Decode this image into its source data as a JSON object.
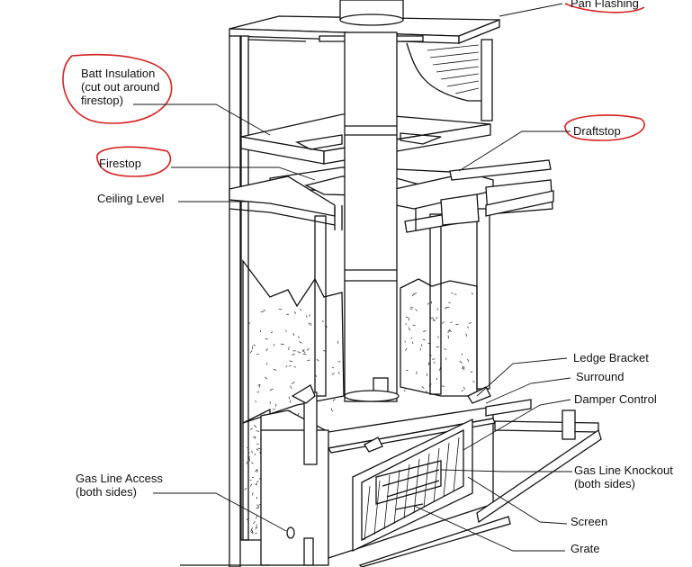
{
  "labels": {
    "pan_flashing": "Pan Flashing",
    "batt_line1": "Batt Insulation",
    "batt_line2": "(cut out around",
    "batt_line3": "firestop)",
    "draftstop": "Draftstop",
    "firestop": "Firestop",
    "ceiling_level": "Ceiling Level",
    "ledge_bracket": "Ledge Bracket",
    "surround": "Surround",
    "damper_control": "Damper Control",
    "gas_access_line1": "Gas Line Access",
    "gas_access_line2": "(both sides)",
    "gas_knockout_line1": "Gas Line Knockout",
    "gas_knockout_line2": "(both sides)",
    "screen": "Screen",
    "grate": "Grate"
  },
  "colors": {
    "ink": "#111111",
    "annotation_red": "#d42020",
    "background": "#ffffff"
  }
}
